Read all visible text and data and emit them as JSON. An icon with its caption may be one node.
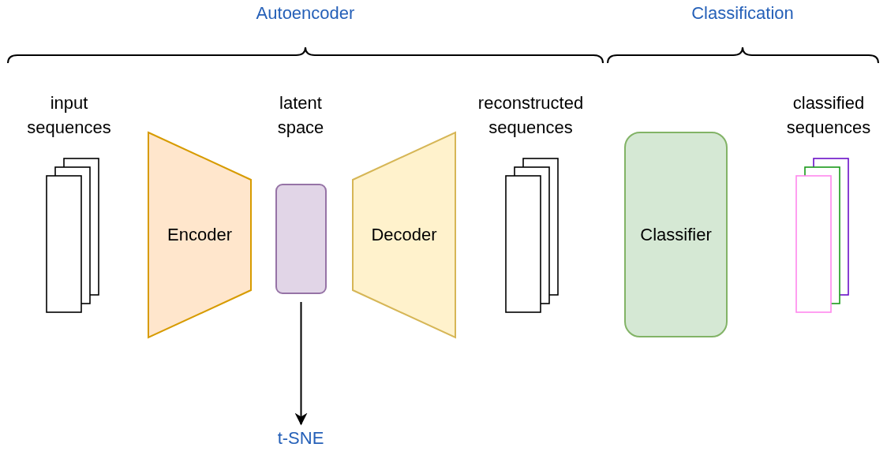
{
  "diagram": {
    "nodes": [
      {
        "text": [
          "input sequences"
        ]
      },
      {
        "text": [
          "Encoder"
        ]
      },
      {
        "text": [
          "latent space"
        ]
      },
      {
        "text": [
          "Decoder"
        ]
      },
      {
        "text": [
          "reconstructed sequences"
        ]
      },
      {
        "text": [
          "Classifier"
        ]
      },
      {
        "text": [
          "classified sequences"
        ]
      },
      {
        "text": [
          "t-SNE"
        ]
      }
    ],
    "edges": [
      {
        "from": 2,
        "to": 7,
        "arrow": "to"
      }
    ],
    "labels": [
      "Autoencoder",
      "Classification"
    ]
  }
}
